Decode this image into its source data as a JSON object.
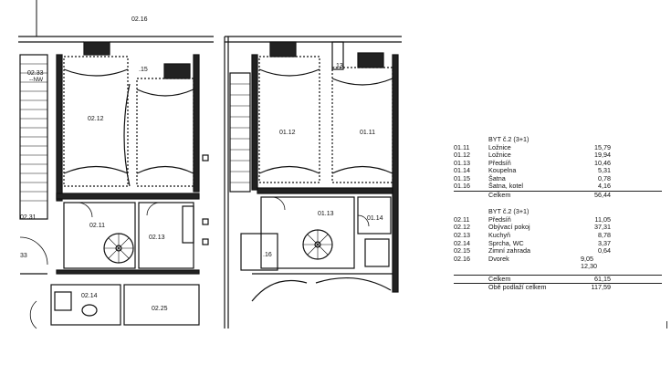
{
  "plan_left": {
    "rooms": [
      {
        "code": "02.16"
      },
      {
        "code": "02.33"
      },
      {
        "code": "--NW"
      },
      {
        "code": ".15"
      },
      {
        "code": "02.12"
      },
      {
        "code": "02.31"
      },
      {
        "code": "02.11"
      },
      {
        "code": "02.13"
      },
      {
        "code": "02.14"
      },
      {
        "code": "02.25"
      },
      {
        "code": "33"
      }
    ]
  },
  "plan_right": {
    "rooms": [
      {
        "code": ".13"
      },
      {
        "code": "01.12"
      },
      {
        "code": "01.11"
      },
      {
        "code": "01.13"
      },
      {
        "code": "01.14"
      },
      {
        "code": ".16"
      }
    ]
  },
  "apartment_1": {
    "title": "BYT č.2 (3+1)",
    "rows": [
      {
        "code": "01.11",
        "name": "Ložnice",
        "area": "15,79"
      },
      {
        "code": "01.12",
        "name": "Ložnice",
        "area": "19,94"
      },
      {
        "code": "01.13",
        "name": "Předsíň",
        "area": "10,46"
      },
      {
        "code": "01.14",
        "name": "Koupelna",
        "area": "5,31"
      },
      {
        "code": "01.15",
        "name": "Šatna",
        "area": "0,78"
      },
      {
        "code": "01.16",
        "name": "Šatna, kotel",
        "area": "4,16"
      }
    ],
    "total_label": "Celkem",
    "total": "56,44"
  },
  "apartment_2": {
    "title": "BYT č.2 (3+1)",
    "rows": [
      {
        "code": "02.11",
        "name": "Předsíň",
        "area": "11,05"
      },
      {
        "code": "02.12",
        "name": "Obývací pokoj",
        "area": "37,31"
      },
      {
        "code": "02.13",
        "name": "Kuchyň",
        "area": "8,78"
      },
      {
        "code": "02.14",
        "name": "Sprcha, WC",
        "area": "3,37"
      },
      {
        "code": "02.15",
        "name": "Zimní zahrada",
        "area": "0,64"
      },
      {
        "code": "02.16",
        "name": "Dvorek",
        "area": "9,05",
        "area2": "12,30"
      }
    ],
    "total_label": "Celkem",
    "total": "61,15",
    "grand_label": "Obě podlaží celkem",
    "grand_total": "117,59"
  }
}
